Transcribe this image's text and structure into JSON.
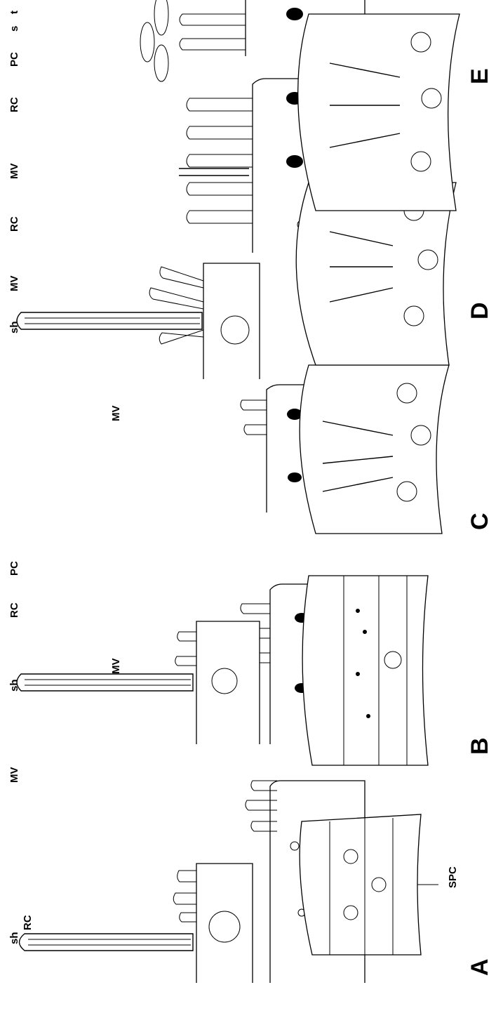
{
  "labels": {
    "spc": "SPC",
    "mv": "MV",
    "sh": "sh",
    "rc": "RC",
    "pc": "PC",
    "s": "s",
    "t": "t"
  },
  "stages": {
    "a": "A",
    "b": "B",
    "c": "C",
    "d": "D",
    "e": "E"
  }
}
